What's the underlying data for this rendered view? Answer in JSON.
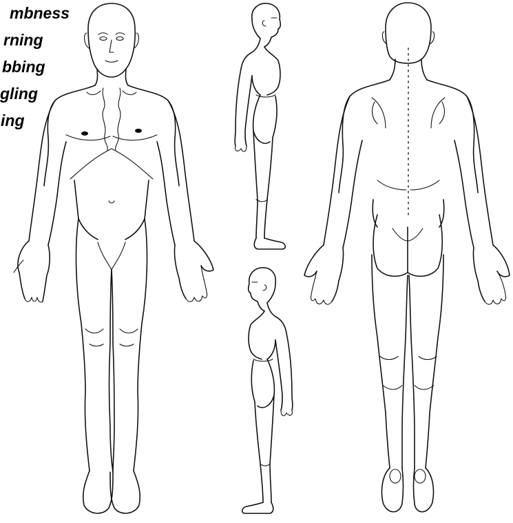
{
  "legend": {
    "items": [
      "mbness",
      "rning",
      "bbing",
      "gling",
      "ing"
    ]
  },
  "figures": {
    "front": "front-body-view",
    "side_upper": "right-side-body-view",
    "side_lower": "left-side-body-view",
    "back": "back-body-view"
  }
}
